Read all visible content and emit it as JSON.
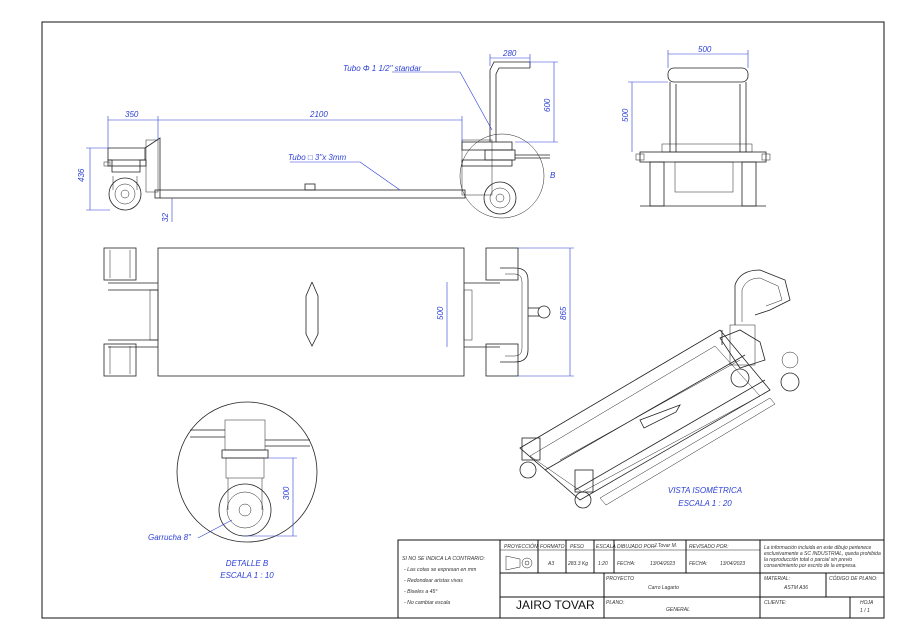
{
  "dimensions": {
    "d350": "350",
    "d2100": "2100",
    "d436": "436",
    "d32": "32",
    "d280": "280",
    "d600": "600",
    "d500_side": "500",
    "d500_top": "500",
    "d500_plan": "500",
    "d865": "865",
    "d300": "300"
  },
  "notes": {
    "tubo_redondo": "Tubo Φ  1 1/2\" standar",
    "tubo_cuadrado": "Tubo □  3\"x 3mm",
    "label_b": "B",
    "garrucha": "Garrucha 8\""
  },
  "views": {
    "detail_title": "DETALLE B",
    "detail_scale": "ESCALA 1 : 10",
    "iso_title": "VISTA ISOMÉTRICA",
    "iso_scale": "ESCALA 1 : 20"
  },
  "title_block": {
    "general_notes_header": "SI NO SE INDICA LA CONTRARIO:",
    "general_notes": [
      "- Las cotas se expresan en mm",
      "- Redondear aristas vivas",
      "- Biseles a 45°",
      "- No cambiar escala"
    ],
    "author_big": "JAIRO TOVAR",
    "proyeccion_label": "PROYECCIÓN",
    "formato_label": "FORMATO",
    "formato_value": "A3",
    "peso_label": "PESO",
    "peso_value": "283.3 Kg",
    "escala_label": "ESCALA",
    "escala_value": "1:20",
    "dibujado_label": "DIBUJADO POR:",
    "dibujado_value": "J.Tovar M.",
    "fecha1_label": "FECHA:",
    "fecha1_value": "13/04/2023",
    "revisado_label": "REVISADO POR:",
    "fecha2_label": "FECHA:",
    "fecha2_value": "13/04/2023",
    "proyecto_label": "PROYECTO",
    "proyecto_value": "Carro Lagarto",
    "plano_label": "PLANO:",
    "plano_value": "GENERAL",
    "material_label": "MATERIAL:",
    "material_value": "ASTM A36",
    "codigo_label": "CÓDIGO DE PLANO:",
    "cliente_label": "CLIENTE:",
    "hoja_label": "HOJA",
    "hoja_value": "1 / 1",
    "confidential": [
      "La información incluida en este dibujo pertenece",
      "exclusivamente a SC INDUSTRIAL, queda prohibida",
      "la reproducción total o parcial sin previo",
      "consentimiento por escrito de la empresa."
    ]
  }
}
